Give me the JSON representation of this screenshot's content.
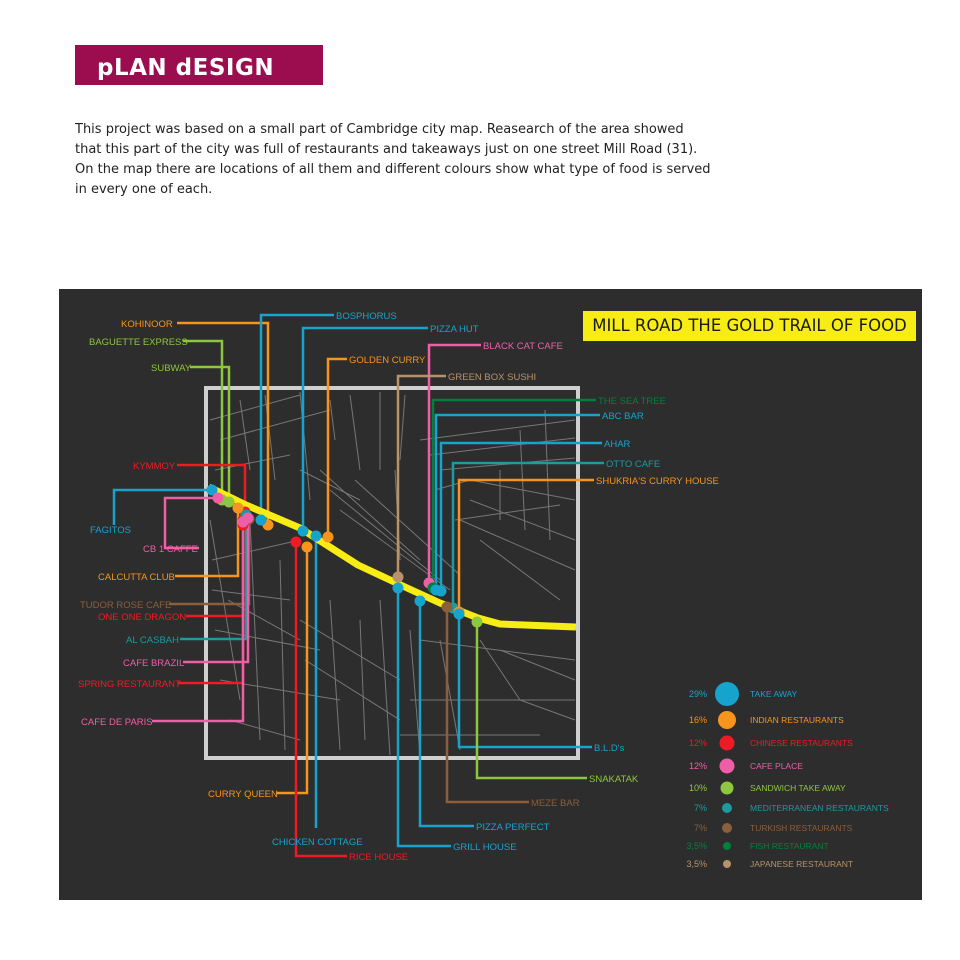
{
  "heading": "pLAN dESIGN",
  "intro_lines": [
    "This project was based on a small part of Cambridge city map. Reasearch of the area showed",
    "that this part of the city was full of restaurants and takeaways just on one street Mill Road (31).",
    "On the map there are locations of all them and different colours show what type of food is served",
    "in every one of each."
  ],
  "map_title": "MILL ROAD THE GOLD TRAIL OF FOOD",
  "colors": {
    "take_away": "#16a3cc",
    "indian": "#f7941d",
    "chinese": "#ed1c24",
    "cafe": "#ee5fa7",
    "sandwich": "#8dc63f",
    "mediterranean": "#1b9aa0",
    "turkish": "#8b5e3c",
    "fish": "#00803e",
    "japanese": "#b8926a"
  },
  "places": [
    {
      "name": "KOHINOOR",
      "cat": "indian"
    },
    {
      "name": "BAGUETTE EXPRESS",
      "cat": "sandwich"
    },
    {
      "name": "SUBWAY",
      "cat": "sandwich"
    },
    {
      "name": "KYMMOY",
      "cat": "chinese"
    },
    {
      "name": "FAGITOS",
      "cat": "take_away"
    },
    {
      "name": "CB 1 CAFFE",
      "cat": "cafe"
    },
    {
      "name": "CALCUTTA CLUB",
      "cat": "indian"
    },
    {
      "name": "TUDOR ROSE CAFE",
      "cat": "turkish"
    },
    {
      "name": "ONE ONE DRAGON",
      "cat": "chinese"
    },
    {
      "name": "AL CASBAH",
      "cat": "mediterranean"
    },
    {
      "name": "CAFE BRAZIL",
      "cat": "cafe"
    },
    {
      "name": "SPRING RESTAURANT",
      "cat": "chinese"
    },
    {
      "name": "CAFE DE PARIS",
      "cat": "cafe"
    },
    {
      "name": "CURRY QUEEN",
      "cat": "indian"
    },
    {
      "name": "CHICKEN COTTAGE",
      "cat": "take_away"
    },
    {
      "name": "RICE HOUSE",
      "cat": "chinese"
    },
    {
      "name": "BOSPHORUS",
      "cat": "take_away"
    },
    {
      "name": "PIZZA HUT",
      "cat": "take_away"
    },
    {
      "name": "GOLDEN CURRY",
      "cat": "indian"
    },
    {
      "name": "BLACK CAT CAFE",
      "cat": "cafe"
    },
    {
      "name": "GREEN BOX SUSHI",
      "cat": "japanese"
    },
    {
      "name": "THE SEA TREE",
      "cat": "fish"
    },
    {
      "name": "ABC BAR",
      "cat": "take_away"
    },
    {
      "name": "AHAR",
      "cat": "take_away"
    },
    {
      "name": "OTTO CAFE",
      "cat": "mediterranean"
    },
    {
      "name": "SHUKRIA'S CURRY HOUSE",
      "cat": "indian"
    },
    {
      "name": "B.L.D's",
      "cat": "take_away"
    },
    {
      "name": "SNAKATAK",
      "cat": "sandwich"
    },
    {
      "name": "MEZE BAR",
      "cat": "turkish"
    },
    {
      "name": "PIZZA PERFECT",
      "cat": "take_away"
    },
    {
      "name": "GRILL HOUSE",
      "cat": "take_away"
    }
  ],
  "legend": [
    {
      "percent": "29%",
      "label": "TAKE AWAY",
      "cat": "take_away"
    },
    {
      "percent": "16%",
      "label": "INDIAN RESTAURANTS",
      "cat": "indian"
    },
    {
      "percent": "12%",
      "label": "CHINESE RESTAURANTS",
      "cat": "chinese"
    },
    {
      "percent": "12%",
      "label": "CAFE PLACE",
      "cat": "cafe"
    },
    {
      "percent": "10%",
      "label": "SANDWICH TAKE AWAY",
      "cat": "sandwich"
    },
    {
      "percent": "7%",
      "label": "MEDITERRANEAN RESTAURANTS",
      "cat": "mediterranean"
    },
    {
      "percent": "7%",
      "label": "TURKISH RESTAURANTS",
      "cat": "turkish"
    },
    {
      "percent": "3,5%",
      "label": "FISH RESTAURANT",
      "cat": "fish"
    },
    {
      "percent": "3,5%",
      "label": "JAPANESE RESTAURANT",
      "cat": "japanese"
    }
  ]
}
